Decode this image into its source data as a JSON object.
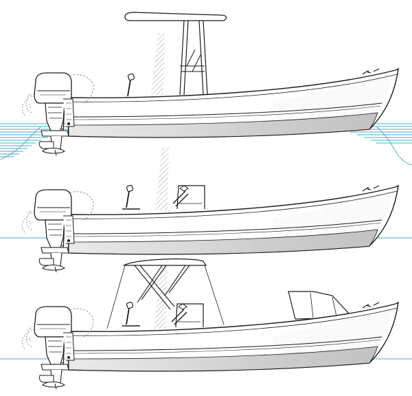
{
  "drawing": {
    "colors": {
      "background": "#ffffff",
      "outline": "#1a1a1a",
      "water": "#4aa8c8",
      "hatch": "#b5b5b5",
      "shade": "#cfcfcf",
      "dash": "#9a9a9a"
    },
    "variants": [
      {
        "id": "t-top",
        "accessory": "t-top",
        "water_style": "ripples"
      },
      {
        "id": "center-console",
        "accessory": "console",
        "water_style": "line"
      },
      {
        "id": "bimini",
        "accessory": "bimini-and-dodger",
        "water_style": "line"
      }
    ]
  }
}
